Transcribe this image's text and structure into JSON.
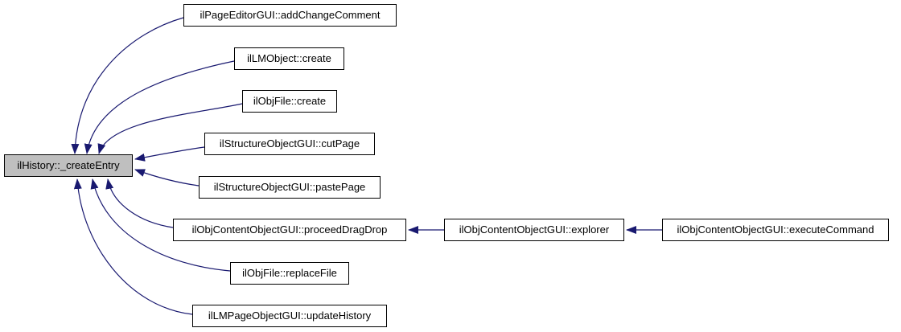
{
  "diagram": {
    "type": "call-graph",
    "center_function": "ilHistory::_createEntry",
    "colors": {
      "edge": "#191970",
      "node_fill": "#ffffff",
      "node_border": "#000000",
      "highlight_fill": "#bfbfbf",
      "text": "#000000",
      "background": "#ffffff"
    },
    "nodes": [
      {
        "id": "main",
        "label": "ilHistory::_createEntry",
        "highlighted": true
      },
      {
        "id": "addChangeComment",
        "label": "ilPageEditorGUI::addChangeComment",
        "highlighted": false
      },
      {
        "id": "lmCreate",
        "label": "ilLMObject::create",
        "highlighted": false
      },
      {
        "id": "objFileCreate",
        "label": "ilObjFile::create",
        "highlighted": false
      },
      {
        "id": "cutPage",
        "label": "ilStructureObjectGUI::cutPage",
        "highlighted": false
      },
      {
        "id": "pastePage",
        "label": "ilStructureObjectGUI::pastePage",
        "highlighted": false
      },
      {
        "id": "proceedDragDrop",
        "label": "ilObjContentObjectGUI::proceedDragDrop",
        "highlighted": false
      },
      {
        "id": "replaceFile",
        "label": "ilObjFile::replaceFile",
        "highlighted": false
      },
      {
        "id": "updateHistory",
        "label": "ilLMPageObjectGUI::updateHistory",
        "highlighted": false
      },
      {
        "id": "explorer",
        "label": "ilObjContentObjectGUI::explorer",
        "highlighted": false
      },
      {
        "id": "executeCommand",
        "label": "ilObjContentObjectGUI::executeCommand",
        "highlighted": false
      }
    ],
    "edges": [
      {
        "from": "addChangeComment",
        "to": "main"
      },
      {
        "from": "lmCreate",
        "to": "main"
      },
      {
        "from": "objFileCreate",
        "to": "main"
      },
      {
        "from": "cutPage",
        "to": "main"
      },
      {
        "from": "pastePage",
        "to": "main"
      },
      {
        "from": "proceedDragDrop",
        "to": "main"
      },
      {
        "from": "replaceFile",
        "to": "main"
      },
      {
        "from": "updateHistory",
        "to": "main"
      },
      {
        "from": "explorer",
        "to": "proceedDragDrop"
      },
      {
        "from": "executeCommand",
        "to": "explorer"
      }
    ]
  }
}
